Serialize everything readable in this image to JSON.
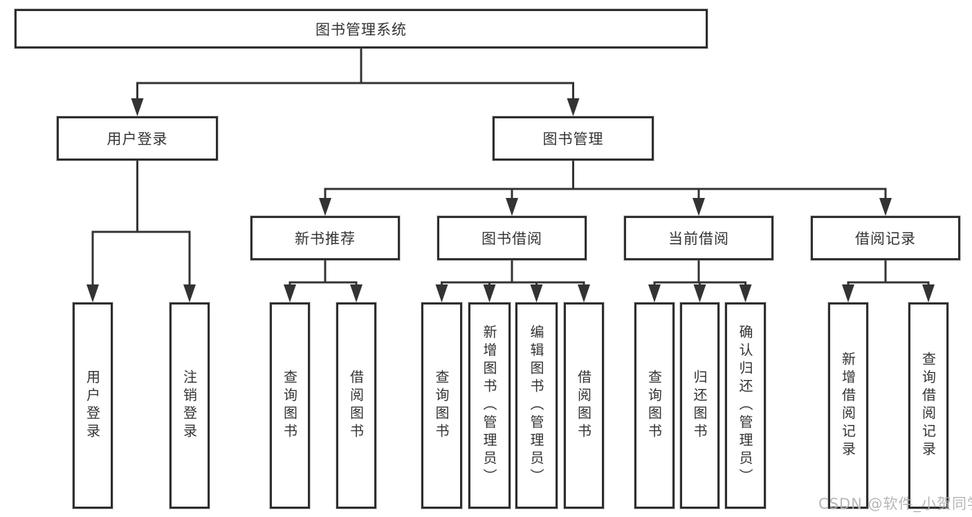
{
  "nodes": {
    "root": {
      "label": "图书管理系统"
    },
    "user_login": {
      "label": "用户登录"
    },
    "book_mgmt": {
      "label": "图书管理"
    },
    "new_book_rec": {
      "label": "新书推荐"
    },
    "book_borrow": {
      "label": "图书借阅"
    },
    "current_borrow": {
      "label": "当前借阅"
    },
    "borrow_records": {
      "label": "借阅记录"
    },
    "leaf_user_login": {
      "label": "用户登录"
    },
    "leaf_logout": {
      "label": "注销登录"
    },
    "leaf_rec_query": {
      "label": "查询图书"
    },
    "leaf_rec_borrow": {
      "label": "借阅图书"
    },
    "leaf_borrow_query": {
      "label": "查询图书"
    },
    "leaf_borrow_add": {
      "label": "新增图书（管理员）"
    },
    "leaf_borrow_edit": {
      "label": "编辑图书（管理员）"
    },
    "leaf_borrow_borrow": {
      "label": "借阅图书"
    },
    "leaf_cur_query": {
      "label": "查询图书"
    },
    "leaf_cur_return": {
      "label": "归还图书"
    },
    "leaf_cur_confirm": {
      "label": "确认归还（管理员）"
    },
    "leaf_hist_add": {
      "label": "新增借阅记录"
    },
    "leaf_hist_query": {
      "label": "查询借阅记录"
    }
  },
  "watermark": "CSDN @软件_小贺同学",
  "colors": {
    "line": "#333333",
    "box_border": "#2e2e2e",
    "text": "#333333",
    "watermark": "#b2b2b2",
    "background": "#ffffff"
  }
}
